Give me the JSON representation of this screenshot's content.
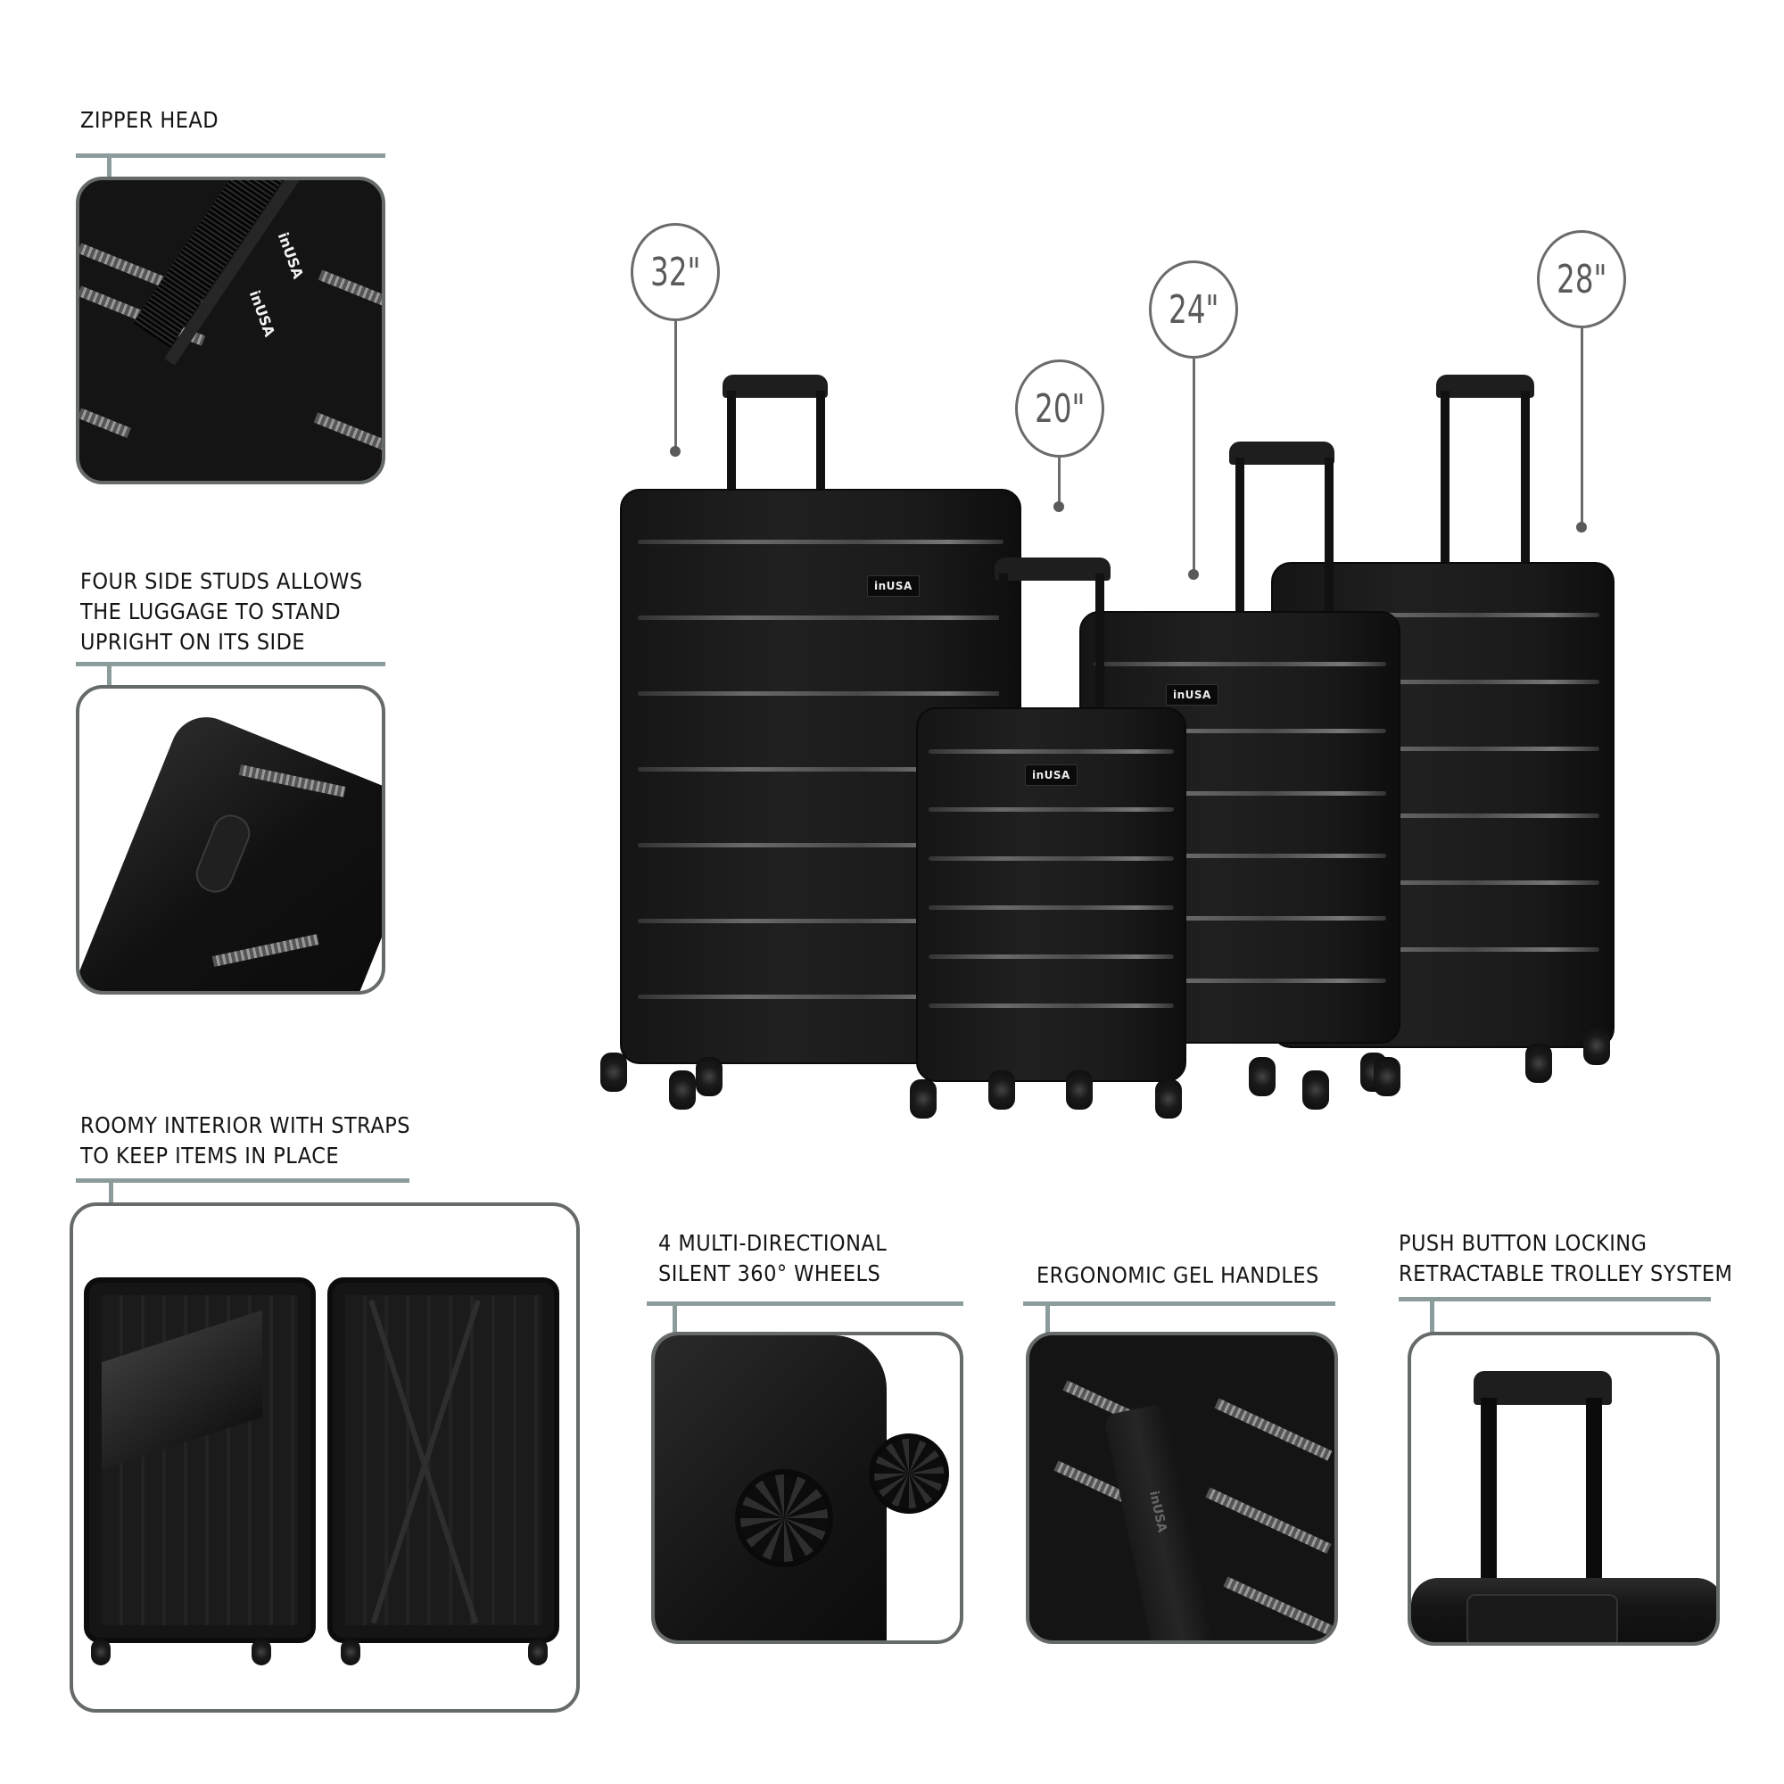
{
  "brand": {
    "logo_text": "inUSA"
  },
  "features": {
    "zipper_head": {
      "caption": "ZIPPER HEAD"
    },
    "side_studs": {
      "caption": "FOUR SIDE STUDS ALLOWS\nTHE LUGGAGE TO STAND\nUPRIGHT ON ITS SIDE"
    },
    "interior": {
      "caption": "ROOMY INTERIOR WITH STRAPS\nTO KEEP ITEMS IN PLACE"
    },
    "wheels": {
      "caption": "4 MULTI-DIRECTIONAL\nSILENT 360°  WHEELS"
    },
    "handles": {
      "caption": "ERGONOMIC GEL HANDLES"
    },
    "trolley": {
      "caption": "PUSH BUTTON LOCKING\nRETRACTABLE TROLLEY SYSTEM"
    }
  },
  "sizes": [
    {
      "label": "32\""
    },
    {
      "label": "20\""
    },
    {
      "label": "24\""
    },
    {
      "label": "28\""
    }
  ],
  "colors": {
    "frame_border": "#666a6a",
    "rule": "#8c9c9c",
    "badge_stroke": "#6b6b6b",
    "luggage": "#1a1a1a"
  }
}
